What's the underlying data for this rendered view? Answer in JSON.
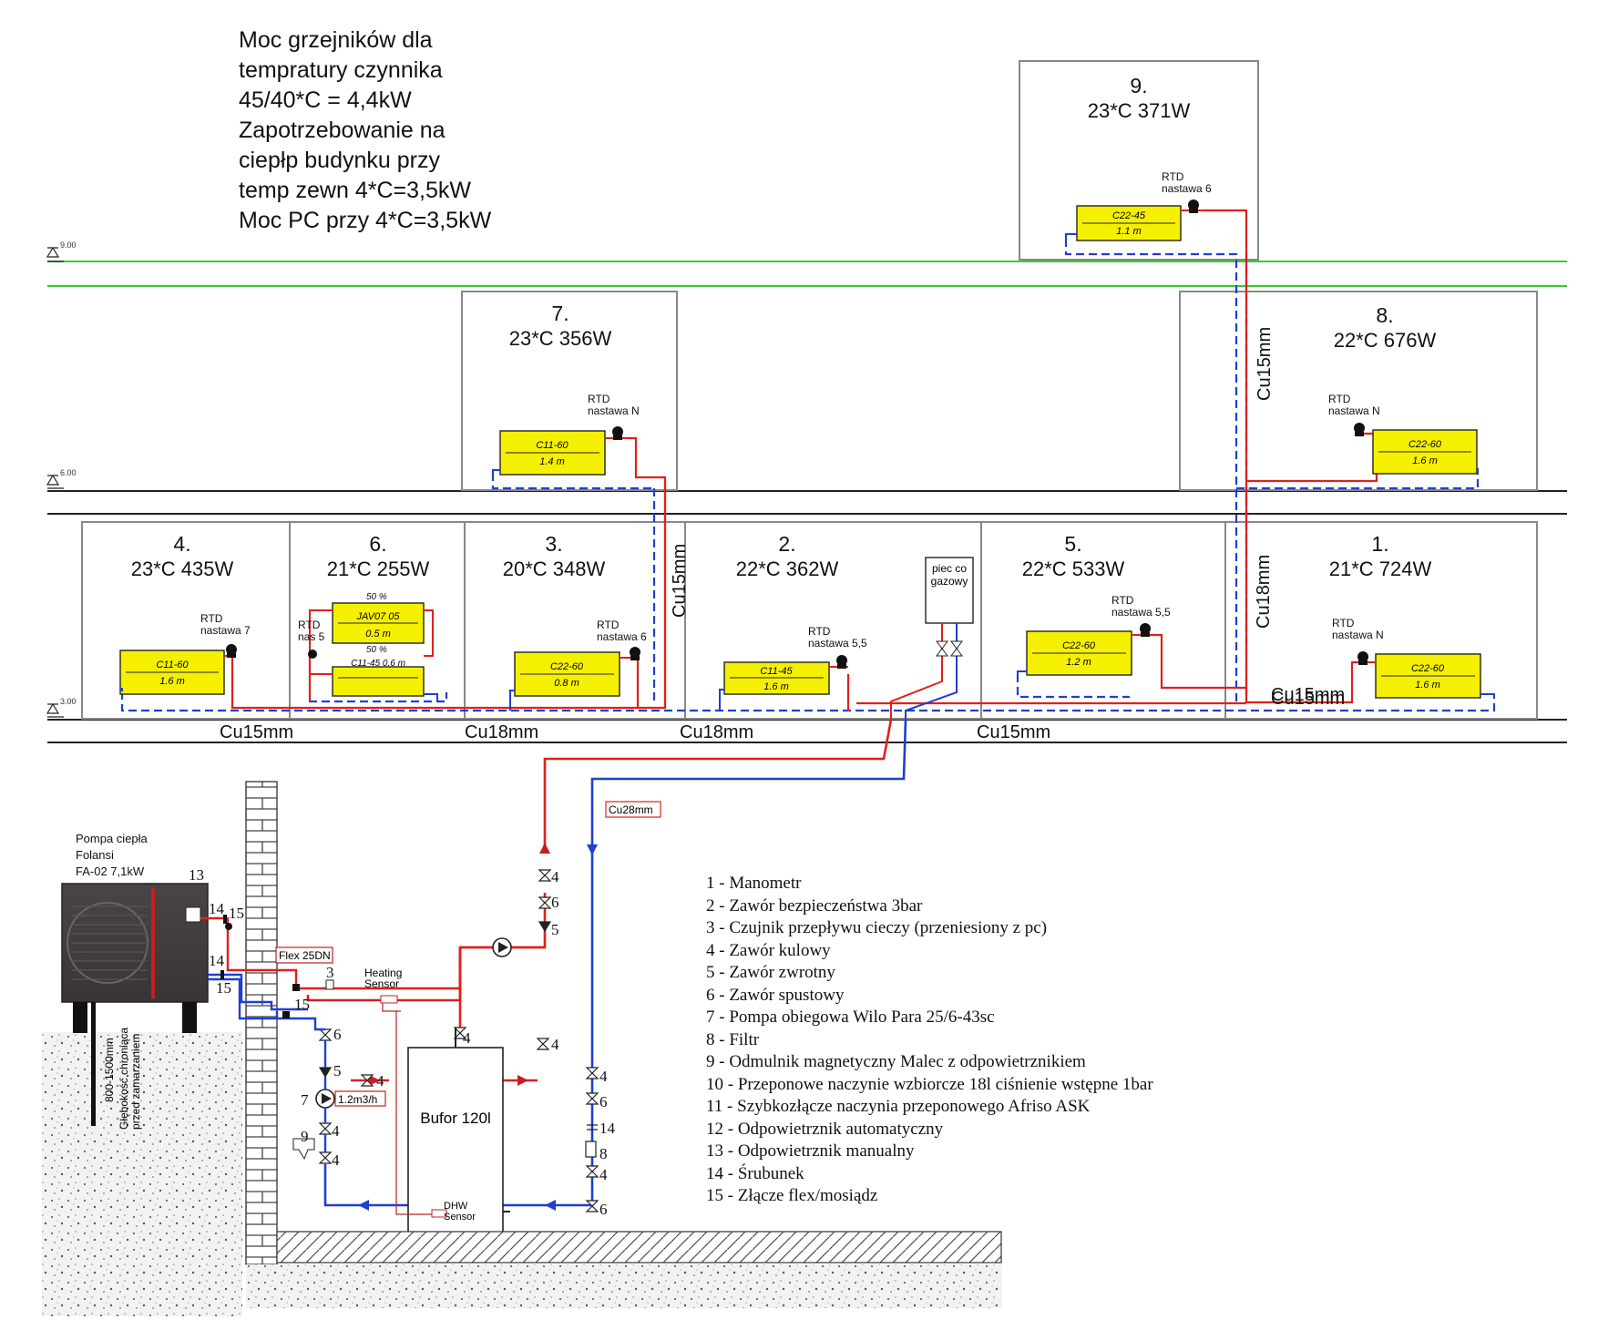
{
  "notes": [
    "Moc grzejników dla",
    "tempratury czynnika",
    "45/40*C = 4,4kW",
    "Zapotrzebowanie na",
    "ciepłp budynku przy",
    "temp zewn  4*C=3,5kW",
    "Moc PC przy  4*C=3,5kW"
  ],
  "levels": [
    "9.00",
    "6.00",
    "3.00"
  ],
  "rooms": [
    {
      "num": "9.",
      "info": "23*C  371W"
    },
    {
      "num": "7.",
      "info": "23*C  356W"
    },
    {
      "num": "8.",
      "info": "22*C 676W"
    },
    {
      "num": "4.",
      "info": "23*C 435W"
    },
    {
      "num": "6.",
      "info": "21*C 255W"
    },
    {
      "num": "3.",
      "info": "20*C  348W"
    },
    {
      "num": "2.",
      "info": "22*C  362W"
    },
    {
      "num": "5.",
      "info": "22*C  533W"
    },
    {
      "num": "1.",
      "info": "21*C  724W"
    }
  ],
  "radiators": [
    {
      "model": "C22-45",
      "length": "1.1 m"
    },
    {
      "model": "C11-60",
      "length": "1.4 m"
    },
    {
      "model": "C22-60",
      "length": "1.6 m"
    },
    {
      "model": "C11-60",
      "length": "1.6 m"
    },
    {
      "model": "JAV07 05",
      "length": "0.5 m"
    },
    {
      "model": "C11-45 0.6 m",
      "length": ""
    },
    {
      "model": "C22-60",
      "length": "0.8 m"
    },
    {
      "model": "C11-45",
      "length": "1.6 m"
    },
    {
      "model": "C22-60",
      "length": "1.2 m"
    },
    {
      "model": "C22-60",
      "length": "1.6 m"
    }
  ],
  "rtd": [
    {
      "l1": "RTD",
      "l2": "nastawa 6"
    },
    {
      "l1": "RTD",
      "l2": "nastawa N"
    },
    {
      "l1": "RTD",
      "l2": "nastawa N"
    },
    {
      "l1": "RTD",
      "l2": "nastawa 7"
    },
    {
      "l1": "RTD",
      "l2": "nas 5"
    },
    {
      "l1": "RTD",
      "l2": "nastawa 6"
    },
    {
      "l1": "RTD",
      "l2": "nastawa 5,5"
    },
    {
      "l1": "RTD",
      "l2": "nastawa 5,5"
    },
    {
      "l1": "RTD",
      "l2": "nastawa N"
    }
  ],
  "percent_top": "50 %",
  "percent_bottom": "50 %",
  "boiler": [
    "piec co",
    "gazowy"
  ],
  "pipes": [
    "Cu15mm",
    "Cu15mm",
    "Cu18mm",
    "Cu18mm",
    "Cu15mm",
    "Cu15mm",
    "Cu18mm",
    "Cu18mm",
    "Cu18mm",
    "Cu15mm",
    "Cu28mm"
  ],
  "heat_pump": [
    "Pompa ciepła",
    "Folansi",
    "FA-02 7,1kW"
  ],
  "flex_label": "Flex 25DN",
  "heating_sensor": [
    "Heating",
    "Sensor"
  ],
  "dhw_sensor": [
    "DHW",
    "Sensor"
  ],
  "buffer": "Bufor 120l",
  "flow": "1.2m3/h",
  "depth_label": "800-1500mm",
  "depth_note": [
    "Głębokość chroniąca",
    "przed zamarzaniem"
  ],
  "markers": [
    "13",
    "14",
    "15",
    "14",
    "15",
    "15",
    "3",
    "6",
    "5",
    "7",
    "4",
    "9",
    "4",
    "4",
    "4",
    "6",
    "5",
    "4",
    "4",
    "4",
    "6",
    "14",
    "8",
    "4",
    "6",
    "4"
  ],
  "legend": [
    "1 - Manometr",
    "2 - Zawór bezpieczeństwa 3bar",
    "3 - Czujnik przepływu cieczy (przeniesiony z pc)",
    "4 - Zawór kulowy",
    "5 - Zawór zwrotny",
    "6 - Zawór spustowy",
    "7 - Pompa obiegowa  Wilo Para 25/6-43sc",
    "8 - Filtr",
    "9 - Odmulnik magnetyczny Malec z odpowietrznikiem",
    "10 - Przeponowe naczynie wzbiorcze 18l ciśnienie wstępne 1bar",
    "11 - Szybkozłącze naczynia przeponowego Afriso ASK",
    "12 - Odpowietrznik automatyczny",
    "13 - Odpowietrznik manualny",
    "14 - Śrubunek",
    "15 - Złącze flex/mosiądz"
  ],
  "colors": {
    "supply": "#e0201c",
    "return": "#1f3fd1",
    "radiator": "#f5f000",
    "green_line": "#33cc33"
  }
}
